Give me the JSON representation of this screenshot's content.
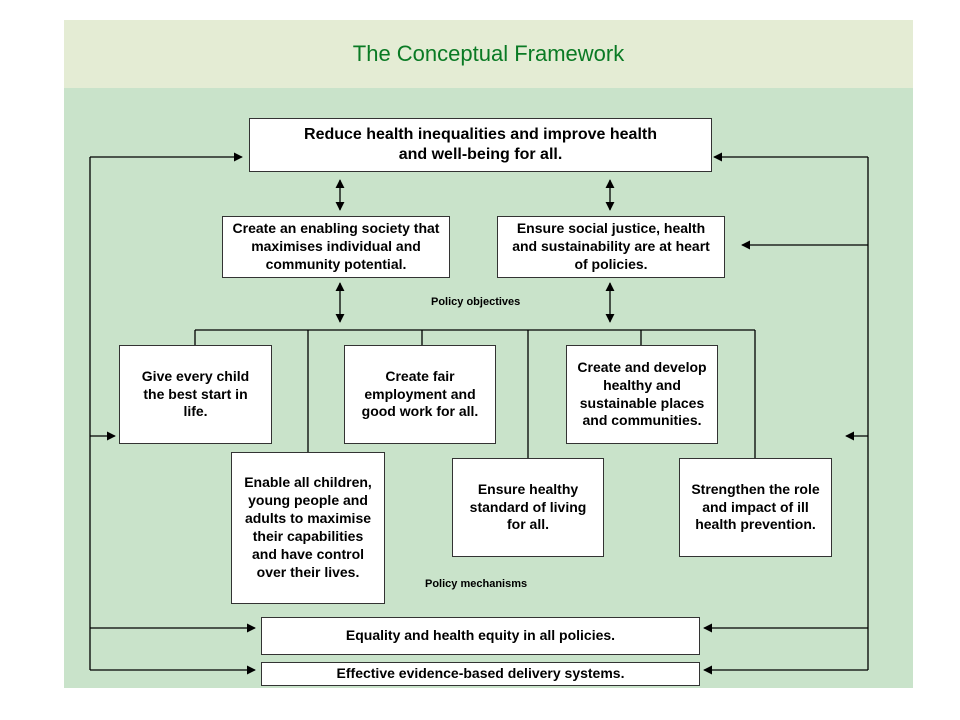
{
  "header": {
    "title": "The Conceptual Framework"
  },
  "goal": {
    "text": "Reduce health inequalities and improve health and well-being for all."
  },
  "top_objectives": [
    {
      "text": "Create an enabling society that maximises individual and community potential."
    },
    {
      "text": "Ensure social justice, health and sustainability are at heart of policies."
    }
  ],
  "labels": {
    "policy_objectives": "Policy objectives",
    "policy_mechanisms": "Policy mechanisms"
  },
  "policy_objectives": [
    {
      "text": "Give every child the best start in life."
    },
    {
      "text": "Enable all children, young people and adults to maximise their capabilities and have control over their lives."
    },
    {
      "text": "Create fair employment and good work for all."
    },
    {
      "text": "Ensure healthy standard of living for all."
    },
    {
      "text": "Create and develop healthy and sustainable places and communities."
    },
    {
      "text": "Strengthen the role and impact of ill health prevention."
    }
  ],
  "mechanisms": [
    {
      "text": "Equality and health equity in all policies."
    },
    {
      "text": "Effective evidence-based delivery systems."
    }
  ],
  "colors": {
    "header_bg": "#e4ecd4",
    "panel_bg": "#c9e3ca",
    "title": "#0a7a24",
    "lines": "#000000"
  }
}
